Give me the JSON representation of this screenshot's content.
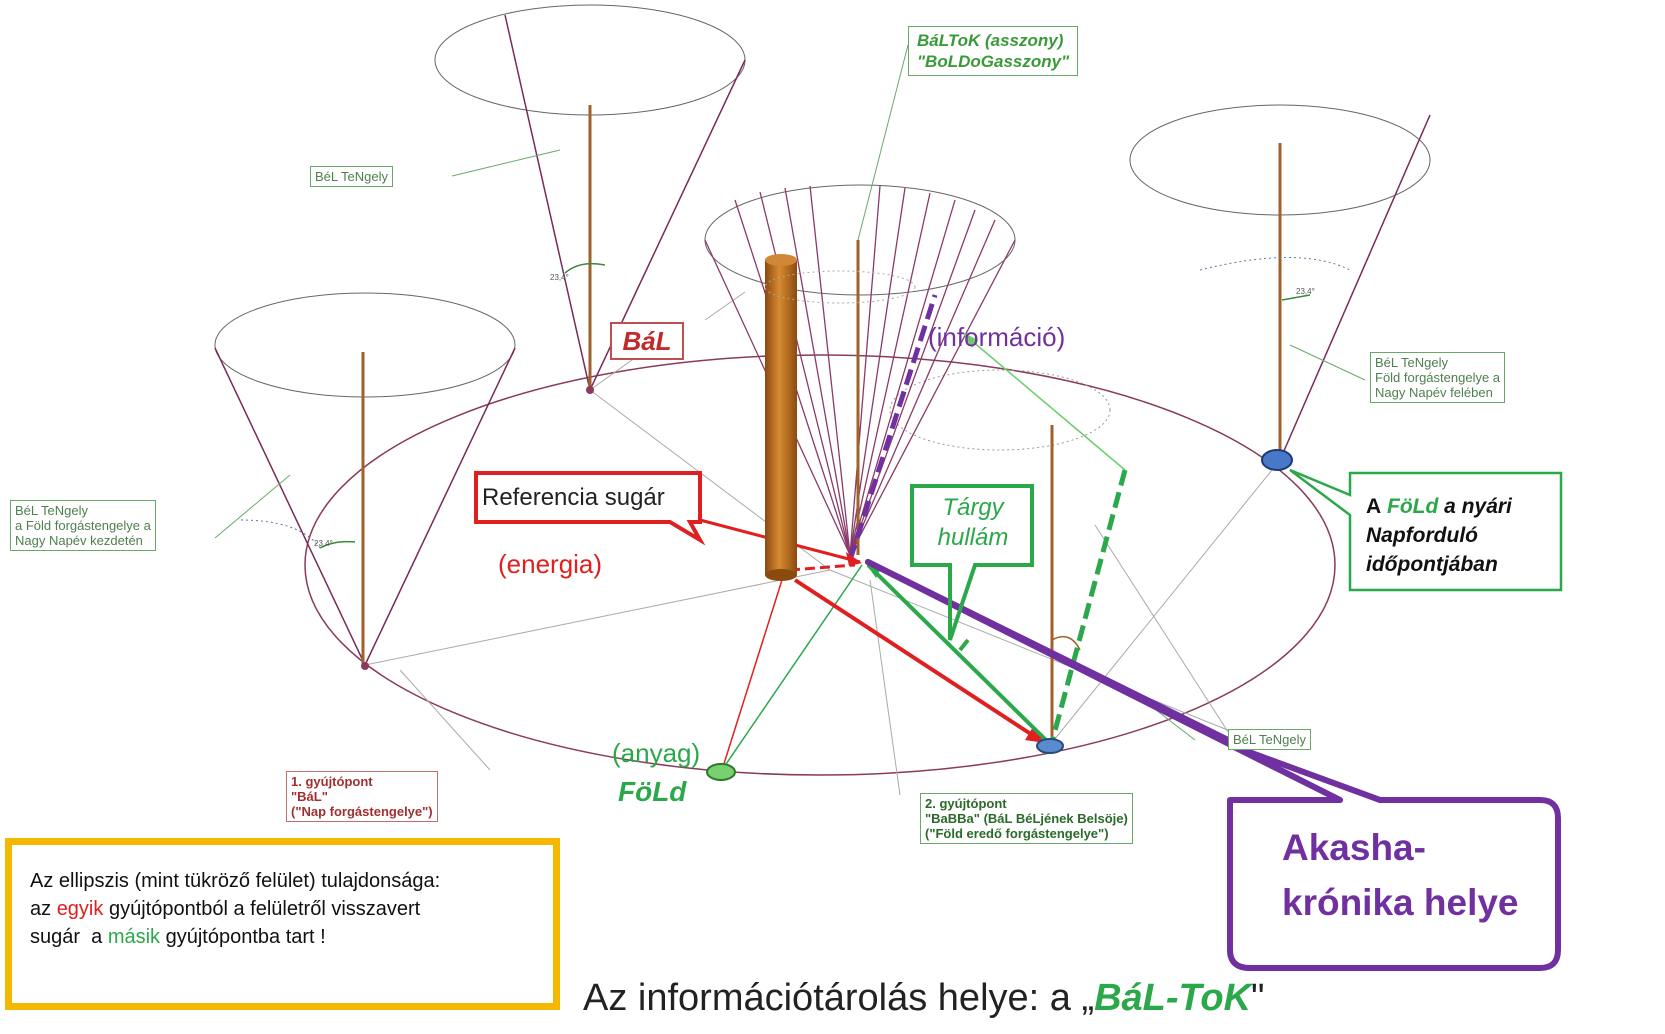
{
  "labels": {
    "top_box_line1": "BáLToK (asszony)",
    "top_box_line2": "\"BoLDoGasszony\"",
    "bel_tengely_top": "BéL TeNgely",
    "bel_tengely_left_l1": "BéL TeNgely",
    "bel_tengely_left_l2": "a Föld forgástengelye a",
    "bel_tengely_left_l3": "Nagy Napév kezdetén",
    "bel_tengely_right_l1": "BéL TeNgely",
    "bel_tengely_right_l2": "Föld forgástengelye a",
    "bel_tengely_right_l3": "Nagy Napév felében",
    "bel_tengely_bottom": "BéL TeNgely",
    "bal": "BáL",
    "informacio": "(információ)",
    "referencia": "Referencia sugár",
    "energia": "(energia)",
    "targy_l1": "Tárgy",
    "targy_l2": "hullám",
    "anyag": "(anyag)",
    "fold": "FöLd",
    "nyari_l1_a": "A",
    "nyari_l1_fold": "FöLd",
    "nyari_l1_b": "a nyári",
    "nyari_l2": "Napforduló",
    "nyari_l3": "időpontjában",
    "gyujto1_l1": "1. gyújtópont",
    "gyujto1_l2": "\"BáL\"",
    "gyujto1_l3": "(\"Nap forgástengelye\")",
    "gyujto2_l1": "2. gyújtópont",
    "gyujto2_l2": "\"BaBBa\" (BáL BéLjének Belsöje)",
    "gyujto2_l3": "(\"Föld eredő forgástengelye\")",
    "akasha_l1": "Akasha-",
    "akasha_l2": "krónika helye",
    "angle_left": "23,4°",
    "angle_top": "23,4°",
    "angle_right": "23,4°"
  },
  "note": {
    "l1": "Az ellipszis (mint tükröző felület) tulajdonsága:",
    "l2_a": "az ",
    "l2_red": "egyik",
    "l2_b": " gyújtópontból a felületről visszavert",
    "l3_a": "sugár  a ",
    "l3_green": "másik",
    "l3_b": " gyújtópontba tart !"
  },
  "caption": {
    "prefix": "Az információtárolás helye: a „",
    "bold": "BáL-ToK",
    "suffix": "\""
  },
  "colors": {
    "red": "#e02020",
    "green": "#2aa84a",
    "purple": "#7030a0",
    "brown": "#a0622a",
    "yellow": "#f5b800"
  }
}
